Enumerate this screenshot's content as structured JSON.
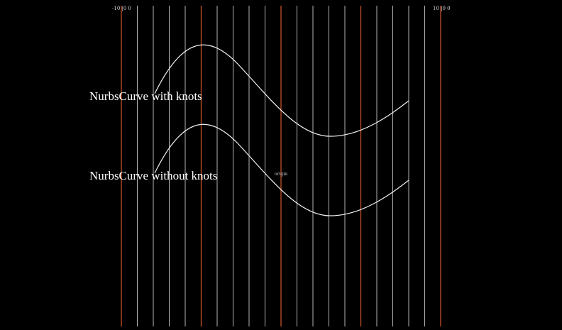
{
  "scene": {
    "background_color": "#000000",
    "grid_minor_color": "#b5b5b5",
    "grid_major_color": "#c4512a",
    "curve_color": "#f2f2f2",
    "text_color": "#ffffff"
  },
  "grid": {
    "left_tick_label": "-10 |0 0",
    "right_tick_label": "10 |0 0",
    "origin_label": "origin"
  },
  "curves": [
    {
      "label": "NurbsCurve with knots"
    },
    {
      "label": "NurbsCurve without knots"
    }
  ]
}
